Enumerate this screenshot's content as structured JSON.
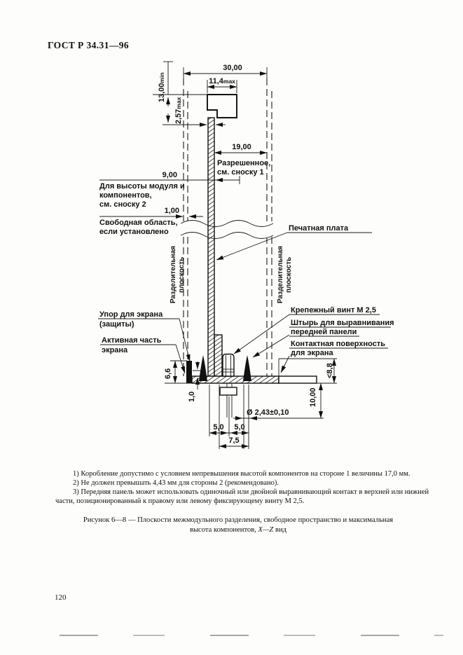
{
  "page": {
    "header": "ГОСТ Р 34.31—96",
    "page_number": "120"
  },
  "drawing": {
    "dims": {
      "top_width": "30,00",
      "comp_width_v": "11,4",
      "comp_width_s": "max",
      "height_min_v": "13,00",
      "height_min_s": "min",
      "board_thk_v": "2,57",
      "board_thk_s": "max",
      "allowed_width": "19,00",
      "side1_height": "9,00",
      "free_gap": "1,00",
      "stop_height": "6,6",
      "recess": "1,0",
      "pitch_a": "5,0",
      "pitch_b": "5,0",
      "pitch_total": "7,5",
      "pin_length": "10,00",
      "contact_height": "<8,8",
      "pin_diameter": "Ø 2,43±0,10"
    },
    "labels": {
      "allowed1": "Разрешенное,",
      "allowed2": "см. сноску 1",
      "module1": "Для высоты модуля и",
      "module2": "компонентов,",
      "module3": "см. сноску 2",
      "free1": "Свободная область,",
      "free2": "если установлено",
      "pcb": "Печатная плата",
      "plane_word1": "Разделительная",
      "plane_word2": "плоскость",
      "stop1": "Упор для экрана",
      "stop2": "(защиты)",
      "active1": "Активная часть",
      "active2": "экрана",
      "screw": "Крепежный винт М 2,5",
      "pin1": "Штырь для выравнивания",
      "pin2": "передней панели",
      "contact1": "Контактная поверхность",
      "contact2": "для экрана"
    }
  },
  "footnotes": {
    "f1": "1) Коробление допустимо с условием непревышения высотой компонентов на стороне 1 величины 17,0 мм.",
    "f2": "2) Не должен превышать 4,43 мм для стороны 2 (рекомендовано).",
    "f3a": "3) Передняя панель может использовать одиночный или двойной выравнивающий контакт в верхней или нижней",
    "f3b": "части, позиционированный к правому или левому фиксирующему винту М 2,5."
  },
  "caption": {
    "line1": "Рисунок 6—8 — Плоскости межмодульного разделения, свободное пространство и максимальная",
    "line2_pre": "высота компонентов, ",
    "line2_xz": "X—Z",
    "line2_post": " вид"
  }
}
